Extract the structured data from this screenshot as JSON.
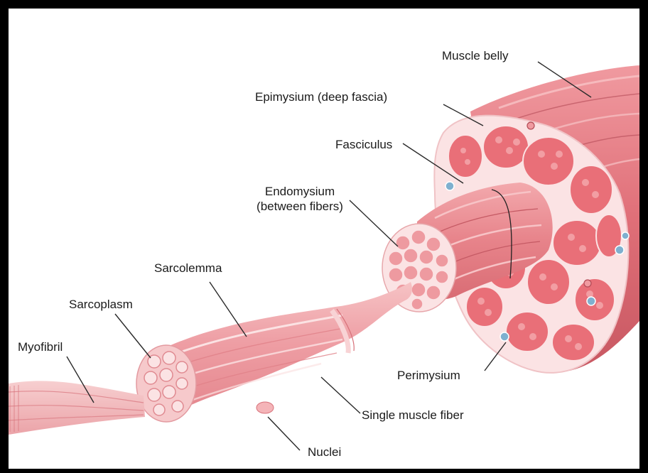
{
  "colors": {
    "muscle": "#e77f86",
    "muscle_dark": "#c85862",
    "muscle_light": "#f4b7b8",
    "sheath": "#fbe3e4",
    "fascicle_fill": "#e96f78",
    "vessel_blue": "#7fb0cf",
    "leader": "#2a2a2a"
  },
  "labels": {
    "muscle_belly": "Muscle belly",
    "epimysium": "Epimysium (deep fascia)",
    "fasciculus": "Fasciculus",
    "endomysium_line1": "Endomysium",
    "endomysium_line2": "(between fibers)",
    "sarcolemma": "Sarcolemma",
    "sarcoplasm": "Sarcoplasm",
    "myofibril": "Myofibril",
    "perimysium": "Perimysium",
    "single_muscle_fiber": "Single muscle fiber",
    "nuclei": "Nuclei"
  }
}
